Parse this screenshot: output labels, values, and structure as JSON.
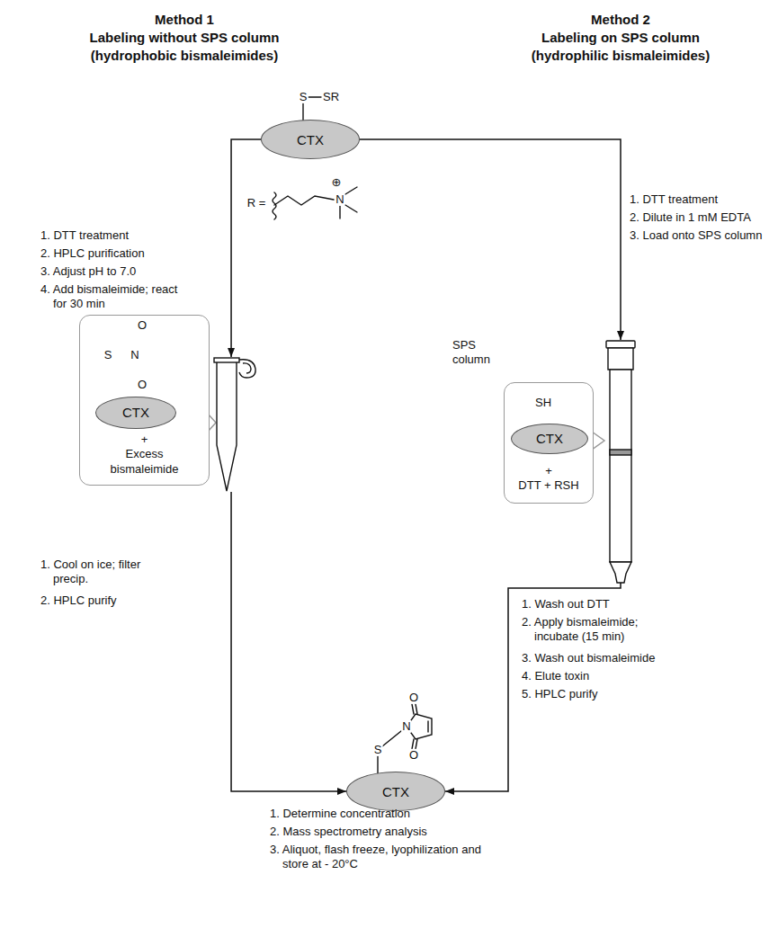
{
  "diagram": {
    "nodes": [
      {
        "text": [
          "CTX"
        ]
      },
      {
        "text": [
          "+",
          "Excess bismaleimide"
        ]
      },
      {
        "text": [
          "CTX"
        ],
        "in": 1
      },
      {
        "text": [
          "+",
          "DTT + RSH"
        ]
      },
      {
        "text": [
          "CTX"
        ],
        "in": 3
      },
      {
        "text": [
          "CTX"
        ]
      }
    ],
    "edges": [
      {
        "from": 0,
        "to": 1,
        "arrow": "to"
      },
      {
        "from": 1,
        "to": 5,
        "arrow": "to"
      },
      {
        "from": 0,
        "to": 3,
        "arrow": "to"
      },
      {
        "from": 3,
        "to": 5,
        "arrow": "to"
      }
    ],
    "labels": [
      "Method 1",
      "Labeling without SPS column",
      "(hydrophobic bismaleimides)",
      "Method 2",
      "Labeling on SPS column",
      "(hydrophilic bismaleimides)",
      "S",
      "SR",
      "R =",
      "N",
      "⊕",
      "1. DTT treatment",
      "2. HPLC purification",
      "3. Adjust pH to 7.0",
      "4. Add bismaleimide; react for 30 min",
      "1. DTT treatment",
      "2. Dilute in 1 mM EDTA",
      "3. Load onto SPS column",
      "S",
      "N",
      "O",
      "O",
      "SH",
      "SPS column",
      "1. Cool on ice; filter precip.",
      "2. HPLC purify",
      "1. Wash out DTT",
      "2. Apply bismaleimide; incubate (15 min)",
      "3. Wash out bismaleimide",
      "4. Elute toxin",
      "5. HPLC purify",
      "S",
      "N",
      "O",
      "O",
      "1. Determine concentration",
      "2. Mass spectrometry analysis",
      "3. Aliquot, flash freeze, lyophilization and store at - 20°C"
    ]
  }
}
